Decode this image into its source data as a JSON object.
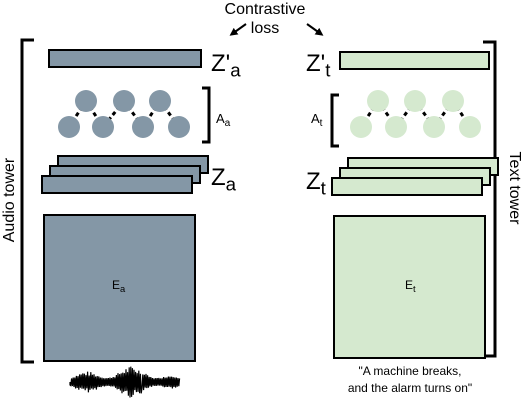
{
  "title_line1": "Contrastive",
  "title_line2": "loss",
  "audio_tower_label": "Audio tower",
  "text_tower_label": "Text tower",
  "audio": {
    "z_prime_base": "Z'",
    "z_prime_sub": "a",
    "a_base": "A",
    "a_sub": "a",
    "z_base": "Z",
    "z_sub": "a",
    "e_base": "E",
    "e_sub": "a"
  },
  "text": {
    "z_prime_base": "Z'",
    "z_prime_sub": "t",
    "a_base": "A",
    "a_sub": "t",
    "z_base": "Z",
    "z_sub": "t",
    "e_base": "E",
    "e_sub": "t",
    "caption_line1": "\"A machine breaks,",
    "caption_line2": "and the alarm turns on\""
  },
  "colors": {
    "audio_fill": "#8497a6",
    "text_fill": "#d5e9cf",
    "stroke": "#000000"
  }
}
